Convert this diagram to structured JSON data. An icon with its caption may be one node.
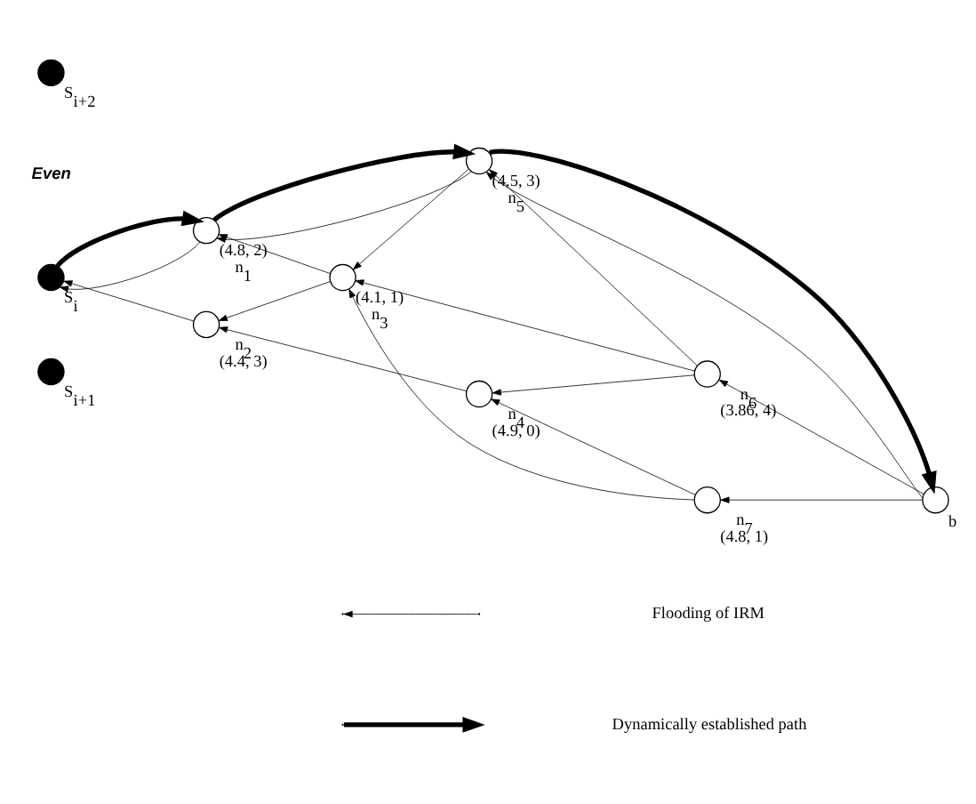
{
  "diagram": {
    "nodes": [
      {
        "text": [],
        "shape": "circle",
        "beside": [
          "S$_{i+2}$"
        ]
      },
      {
        "text": [],
        "shape": "circle",
        "beside": [
          "S$_{i}$"
        ]
      },
      {
        "text": [],
        "shape": "circle",
        "beside": [
          "S$_{i+1}$"
        ]
      },
      {
        "text": [],
        "shape": "circle",
        "beside": [
          "(4.8, 2)",
          "n$_{1}$"
        ]
      },
      {
        "text": [],
        "shape": "circle",
        "beside": [
          "n$_{2}$",
          "(4.4, 3)"
        ]
      },
      {
        "text": [],
        "shape": "circle",
        "beside": [
          "(4.1, 1)",
          "n$_{3}$"
        ]
      },
      {
        "text": [],
        "shape": "circle",
        "beside": [
          "n$_{4}$",
          "(4.9, 0)"
        ]
      },
      {
        "text": [],
        "shape": "circle",
        "beside": [
          "(4.5, 3)",
          "n$_{5}$"
        ]
      },
      {
        "text": [],
        "shape": "circle",
        "beside": [
          "n$_{6}$",
          "(3.86, 4)"
        ]
      },
      {
        "text": [],
        "shape": "circle",
        "beside": [
          "n$_{7}$",
          "(4.8, 1)"
        ]
      },
      {
        "text": [],
        "shape": "circle",
        "beside": [
          "b"
        ]
      }
    ],
    "edges": [
      {
        "from": 3,
        "to": 1,
        "arrow": "to"
      },
      {
        "from": 4,
        "to": 1,
        "arrow": "to"
      },
      {
        "from": 7,
        "to": 3,
        "arrow": "to"
      },
      {
        "from": 5,
        "to": 3,
        "arrow": "to"
      },
      {
        "from": 7,
        "to": 5,
        "arrow": "to"
      },
      {
        "from": 5,
        "to": 4,
        "arrow": "to"
      },
      {
        "from": 6,
        "to": 4,
        "arrow": "to"
      },
      {
        "from": 8,
        "to": 5,
        "arrow": "to"
      },
      {
        "from": 9,
        "to": 5,
        "arrow": "to"
      },
      {
        "from": 8,
        "to": 6,
        "arrow": "to"
      },
      {
        "from": 9,
        "to": 6,
        "arrow": "to"
      },
      {
        "from": 8,
        "to": 7,
        "arrow": "to"
      },
      {
        "from": 10,
        "to": 7,
        "arrow": "to"
      },
      {
        "from": 10,
        "to": 8,
        "arrow": "to"
      },
      {
        "from": 10,
        "to": 9,
        "arrow": "to"
      },
      {
        "from": 1,
        "to": 3,
        "arrow": "to",
        "style": "thick"
      },
      {
        "from": 3,
        "to": 7,
        "arrow": "to",
        "style": "thick"
      },
      {
        "from": 7,
        "to": 10,
        "arrow": "to",
        "style": "thick"
      }
    ],
    "labels": [
      "Even"
    ],
    "legend": [
      {
        "text": "Flooding of IRM"
      },
      {
        "text": "Dynamically established path"
      }
    ]
  }
}
